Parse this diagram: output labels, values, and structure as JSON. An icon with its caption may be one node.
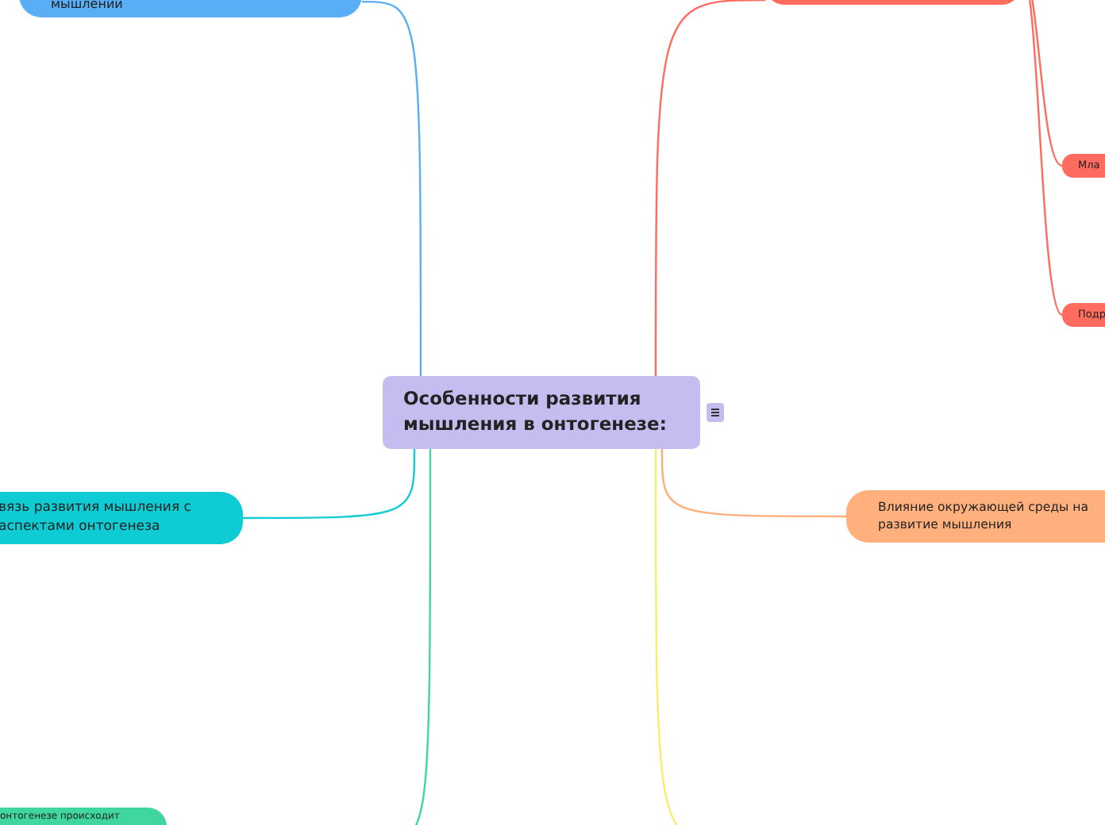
{
  "diagram": {
    "nodes": [
      {
        "text": [
          "Особенности развития мышления в онтогенезе:"
        ]
      },
      {
        "text": [
          "мышлении"
        ]
      },
      {
        "text": [],
        "shape": "box"
      },
      {
        "text": [
          "Мла"
        ]
      },
      {
        "text": [
          "Подр"
        ]
      },
      {
        "text": [
          "вязь развития мышления с аспектами онтогенеза"
        ]
      },
      {
        "text": [
          "Влияние окружающей среды на развитие мышления"
        ]
      },
      {
        "text": [
          "онтогенезе происходит"
        ]
      }
    ],
    "edges": [
      {
        "from": 0,
        "to": 1,
        "arrow": "none",
        "color": "#5aaef5"
      },
      {
        "from": 0,
        "to": 2,
        "arrow": "none",
        "color": "#ff6b5e"
      },
      {
        "from": 2,
        "to": 3,
        "arrow": "none",
        "color": "#ff6b5e"
      },
      {
        "from": 2,
        "to": 4,
        "arrow": "none",
        "color": "#ff6b5e"
      },
      {
        "from": 0,
        "to": 5,
        "arrow": "none",
        "color": "#0ecbd4"
      },
      {
        "from": 0,
        "to": 6,
        "arrow": "none",
        "color": "#ffad7a"
      },
      {
        "from": 0,
        "to": null,
        "arrow": "none",
        "color": "#3fd6a0"
      },
      {
        "from": 0,
        "to": null,
        "arrow": "none",
        "color": "#f7ef6a"
      }
    ]
  }
}
